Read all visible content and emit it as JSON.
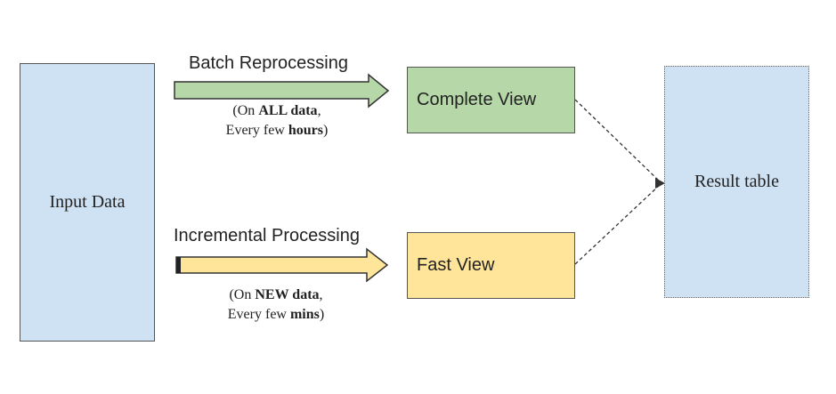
{
  "input": {
    "label": "Input Data"
  },
  "batch": {
    "label": "Batch Reprocessing",
    "note_open": "(On ",
    "note_bold1": "ALL data",
    "note_mid": ",",
    "note_line2_pre": "Every few ",
    "note_bold2": "hours",
    "note_close": ")"
  },
  "incremental": {
    "label": "Incremental Processing",
    "note_open": "(On ",
    "note_bold1": "NEW data",
    "note_mid": ",",
    "note_line2_pre": "Every few ",
    "note_bold2": "mins",
    "note_close": ")"
  },
  "complete_view": {
    "label": "Complete View"
  },
  "fast_view": {
    "label": "Fast View"
  },
  "result": {
    "label": "Result table"
  },
  "colors": {
    "input_fill": "#cfe2f3",
    "batch_arrow": "#b6d7a8",
    "incremental_arrow": "#ffe599",
    "complete_fill": "#b6d7a8",
    "fast_fill": "#ffe599",
    "result_fill": "#cfe2f3"
  }
}
